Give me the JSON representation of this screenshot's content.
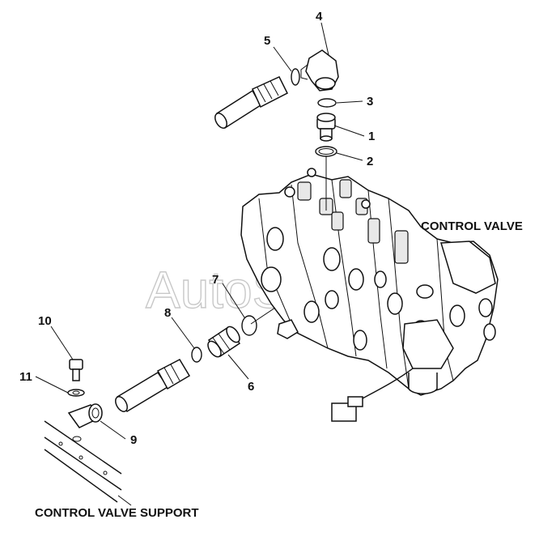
{
  "watermark": "AutoSoft",
  "labels": {
    "control_valve": "CONTROL VALVE",
    "control_valve_support": "CONTROL VALVE SUPPORT"
  },
  "callouts": {
    "c1": "1",
    "c2": "2",
    "c3": "3",
    "c4": "4",
    "c5": "5",
    "c6": "6",
    "c7": "7",
    "c8": "8",
    "c9": "9",
    "c10": "10",
    "c11": "11"
  }
}
